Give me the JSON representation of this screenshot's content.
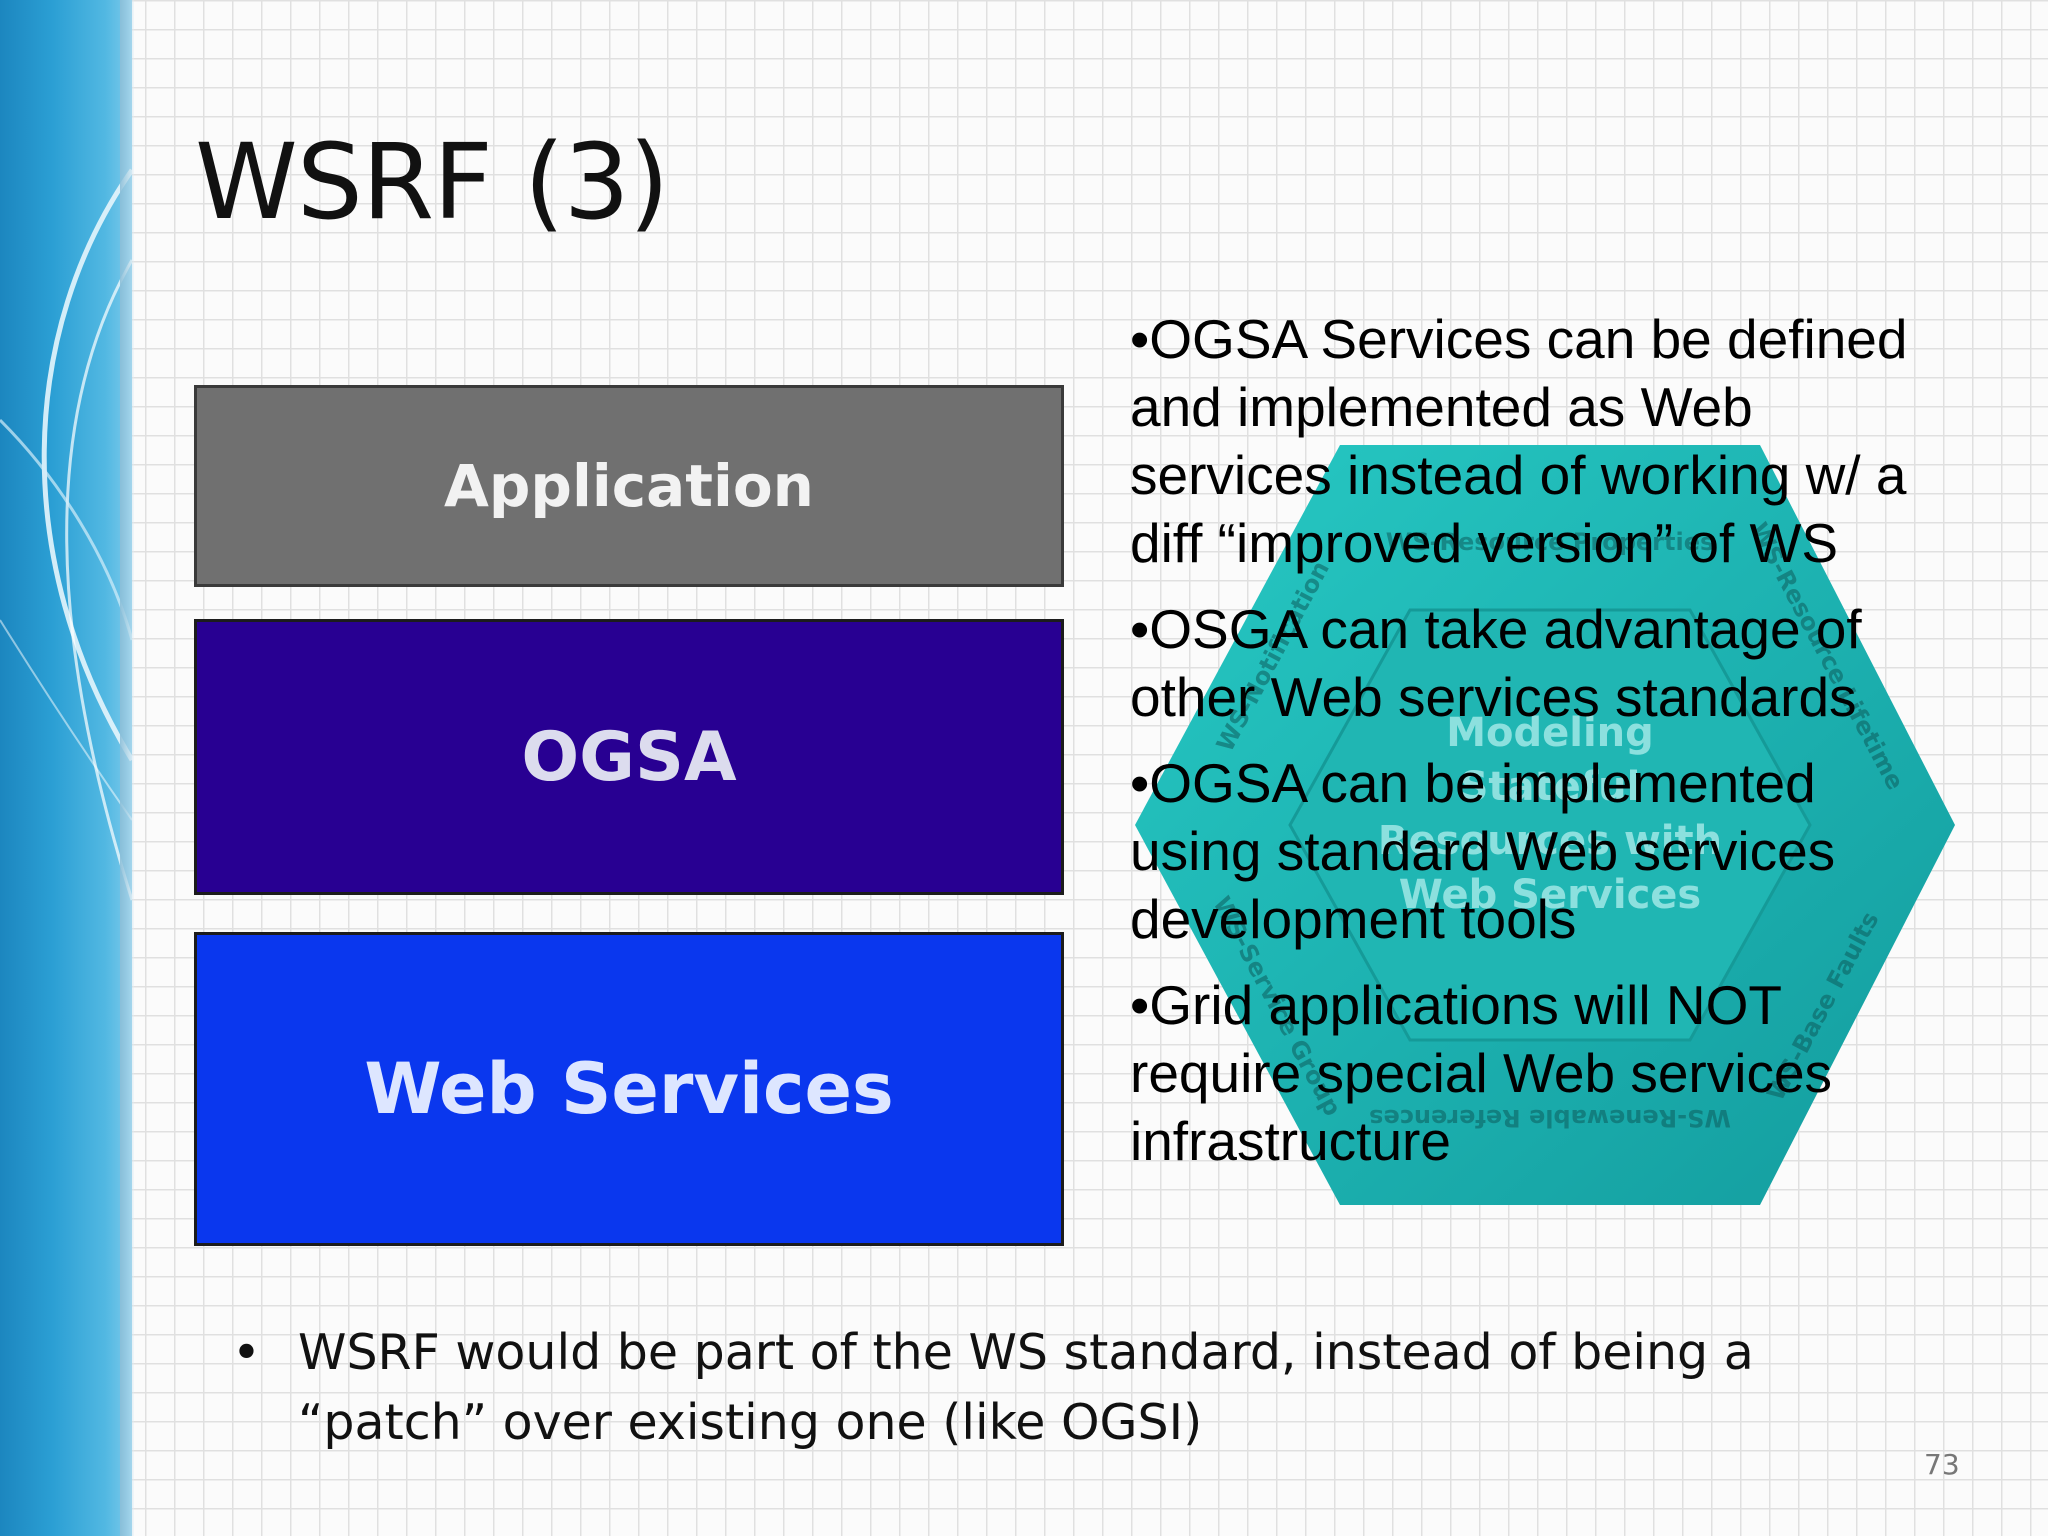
{
  "slide": {
    "title": "WSRF (3)",
    "page_number": "73"
  },
  "stack_diagram": {
    "layers": [
      {
        "label": "Application",
        "color": "#707070"
      },
      {
        "label": "OGSA",
        "color": "#280092"
      },
      {
        "label": "Web Services",
        "color": "#0a37ee"
      }
    ]
  },
  "hexagon_figure": {
    "center_text": [
      "Modeling",
      "Stateful",
      "Resources with",
      "Web Services"
    ],
    "edge_labels": [
      "WS-Resource Properties",
      "WS-Resource Lifetime",
      "WS-Base Faults",
      "WS-Renewable References",
      "WS-Service Group",
      "WS-Notification"
    ],
    "color": "#1fbcbc"
  },
  "right_bullets": [
    "•OGSA Services can be defined and implemented as Web services instead of working w/ a diff “improved version” of WS",
    "•OSGA can take advantage of other Web services standards",
    "•OGSA can be implemented using standard Web services development tools",
    "•Grid applications will NOT require special Web services infrastructure"
  ],
  "bottom_bullet": {
    "marker": "•",
    "text": "WSRF would be part of the WS standard, instead of being a “patch” over existing one (like OGSI)"
  }
}
